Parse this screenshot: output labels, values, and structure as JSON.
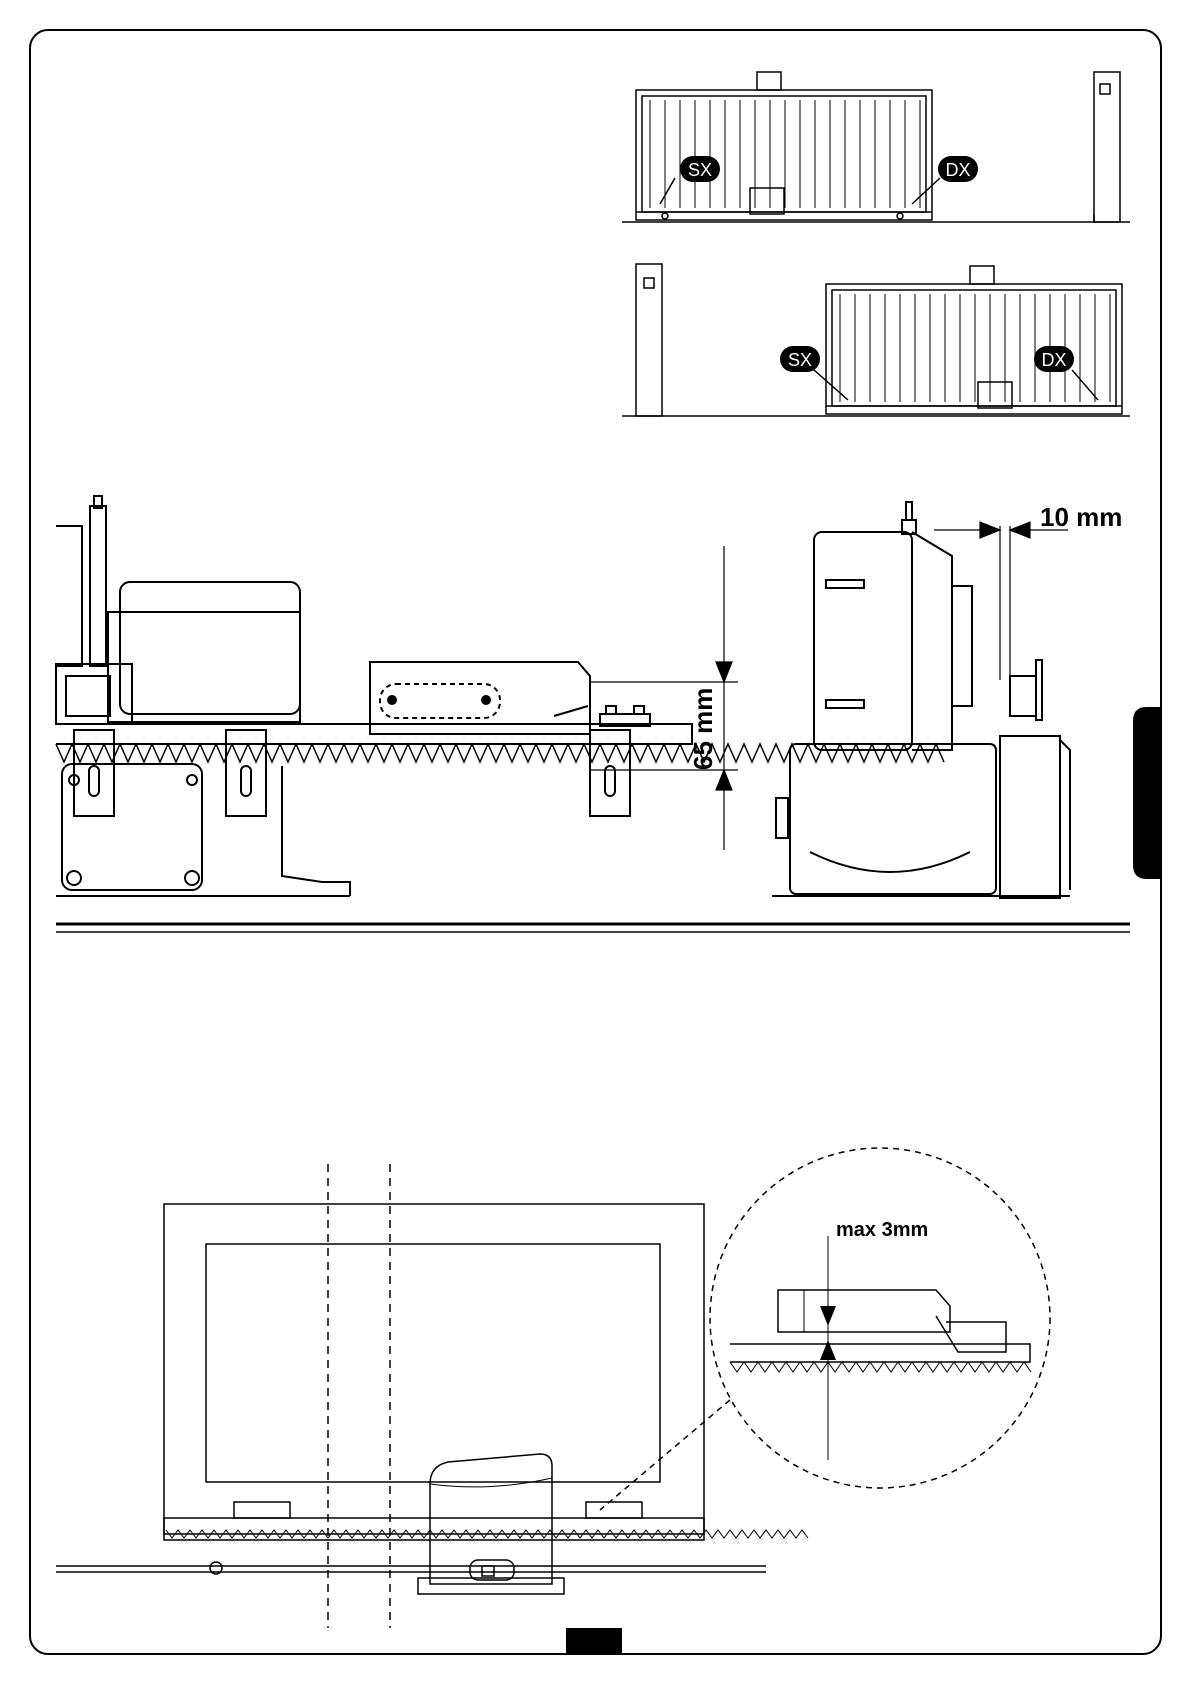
{
  "figure_gate_left": {
    "sx": "SX",
    "dx": "DX"
  },
  "figure_gate_right": {
    "sx": "SX",
    "dx": "DX"
  },
  "dimensions": {
    "rack_height": "65 mm",
    "clearance": "10 mm"
  },
  "detail": {
    "max_gap": "max 3mm"
  },
  "colors": {
    "ink": "#000000",
    "tab": "#000000"
  }
}
